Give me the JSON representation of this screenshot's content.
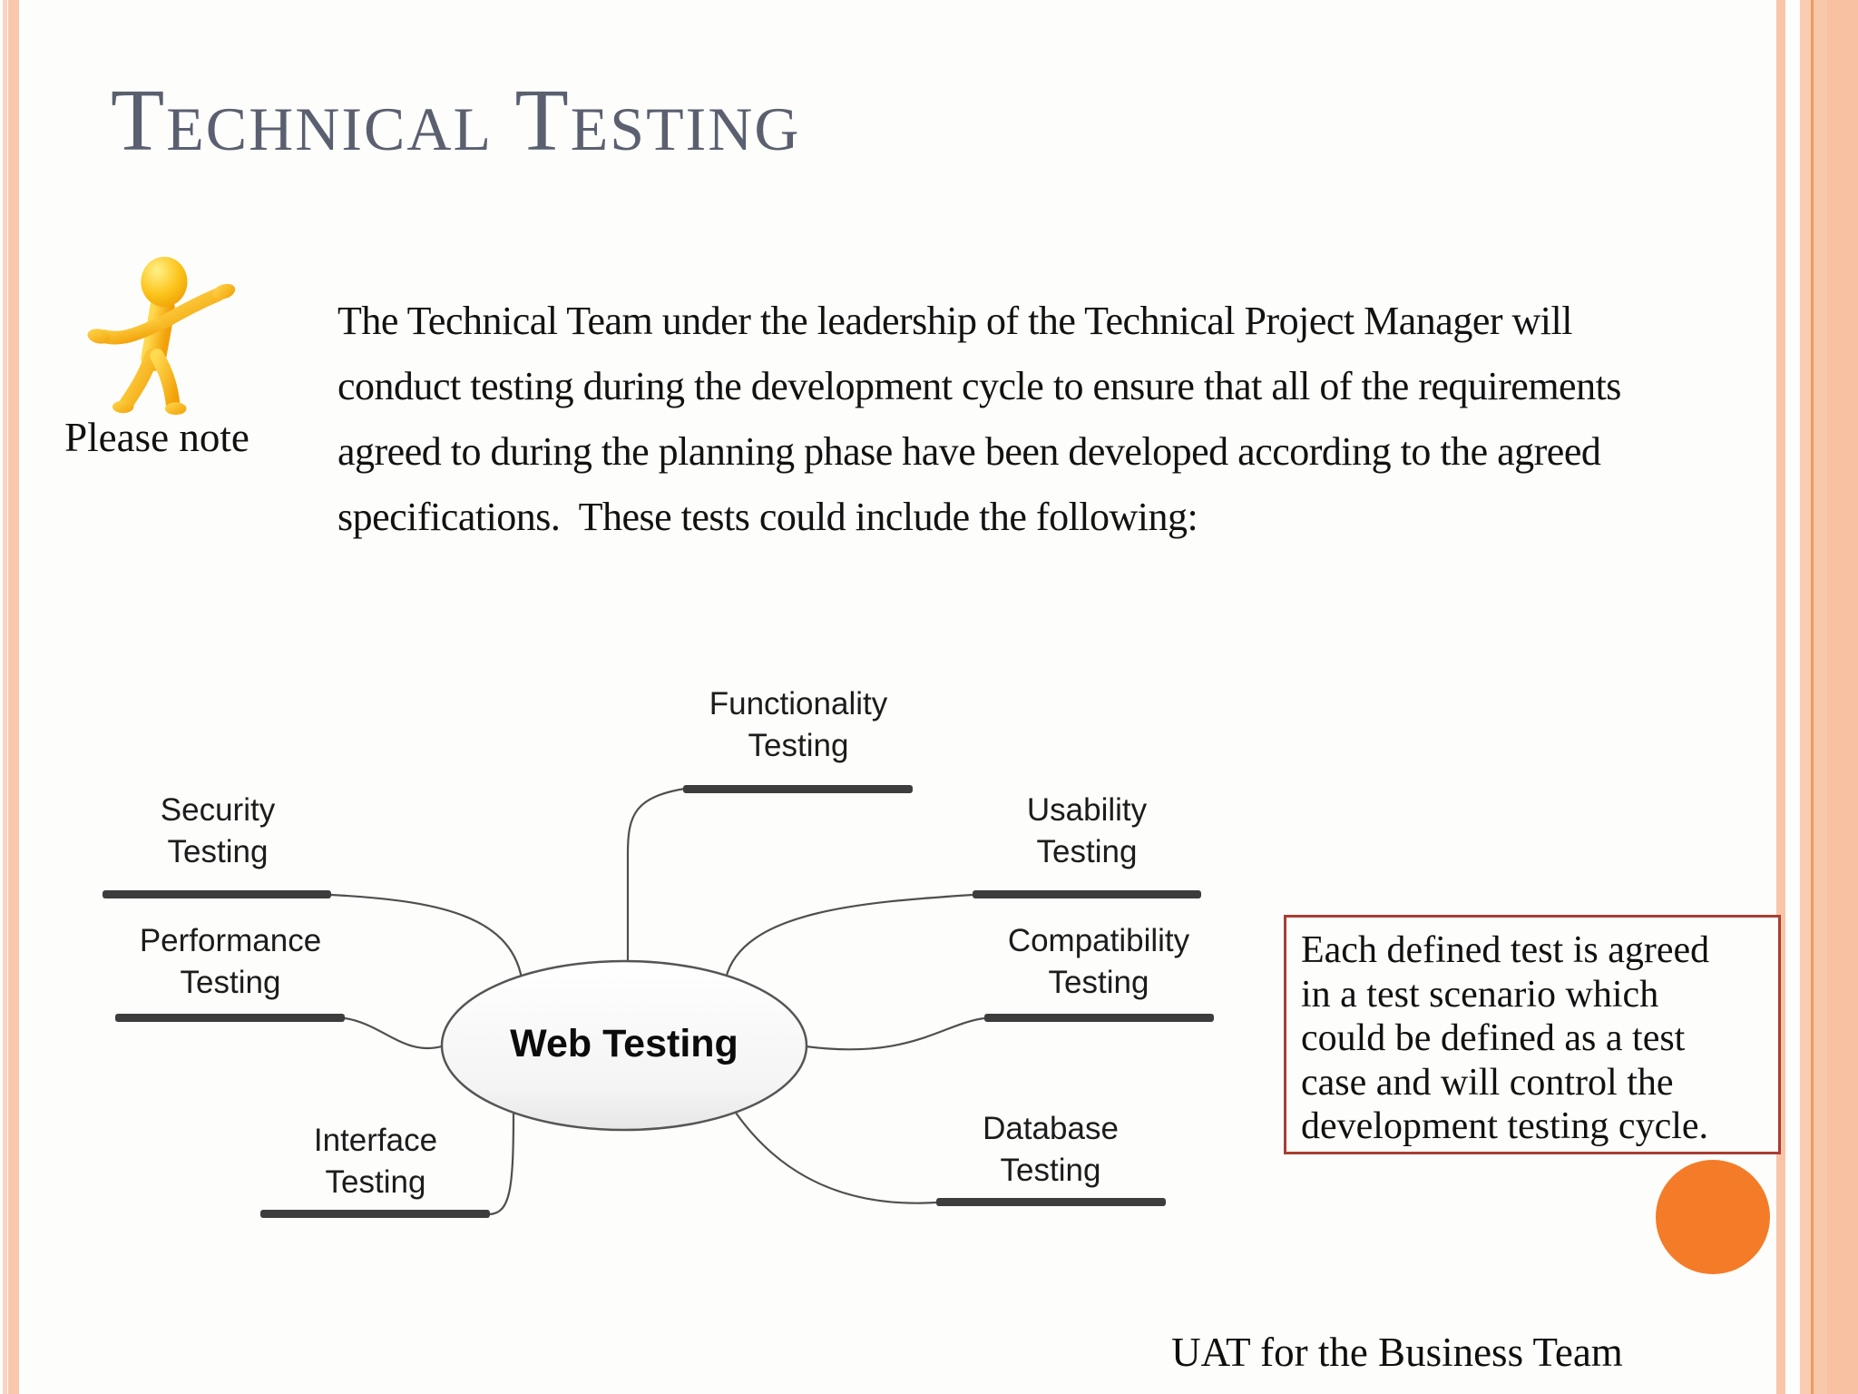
{
  "slide": {
    "title": "Technical Testing",
    "note_label": "Please note",
    "paragraph_lines": [
      "The Technical Team under the leadership of the Technical Project Manager will",
      "conduct testing during the development cycle to ensure that all of the requirements",
      "agreed to during the planning phase have been developed according to the agreed",
      "specifications.  These tests could include the following:"
    ],
    "callout_lines": [
      "Each defined test is agreed",
      "in a test scenario which",
      "could be defined as a test",
      "case and will control the",
      "development testing cycle."
    ],
    "footer": "UAT for the Business Team"
  },
  "diagram": {
    "center": "Web Testing",
    "nodes": [
      {
        "line1": "Functionality",
        "line2": "Testing"
      },
      {
        "line1": "Security",
        "line2": "Testing"
      },
      {
        "line1": "Performance",
        "line2": "Testing"
      },
      {
        "line1": "Interface",
        "line2": "Testing"
      },
      {
        "line1": "Usability",
        "line2": "Testing"
      },
      {
        "line1": "Compatibility",
        "line2": "Testing"
      },
      {
        "line1": "Database",
        "line2": "Testing"
      }
    ]
  },
  "colors": {
    "title_gray": "#5b6070",
    "callout_border_red": "#a93e32",
    "accent_orange": "#f47c28",
    "edge_salmon": "#f9c7ab",
    "bar_dark_gray": "#3d3d3d"
  }
}
